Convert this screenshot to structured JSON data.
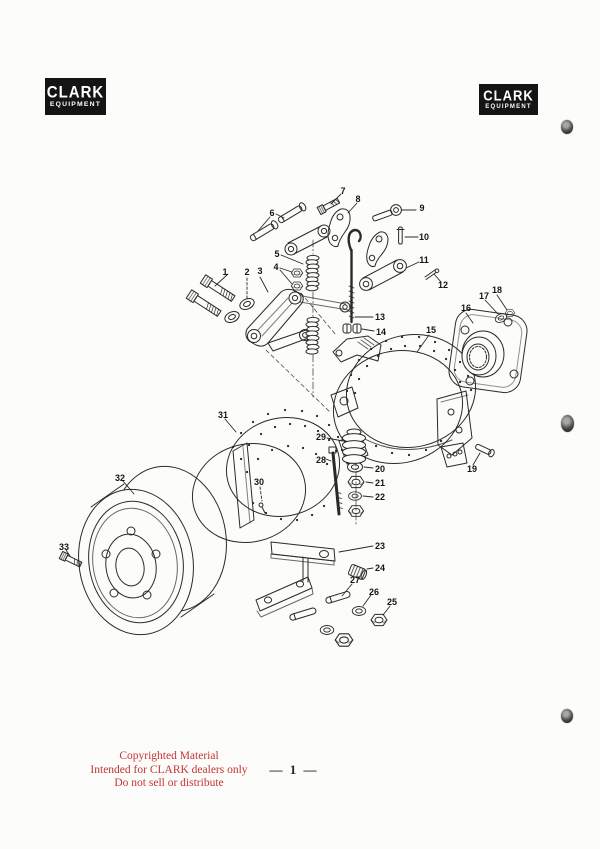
{
  "header": {
    "logo_left": {
      "title": "CLARK",
      "subtitle": "EQUIPMENT"
    },
    "logo_right": {
      "title": "CLARK",
      "subtitle": "EQUIPMENT"
    }
  },
  "diagram": {
    "part_labels": [
      "1",
      "2",
      "3",
      "4",
      "5",
      "6",
      "7",
      "8",
      "9",
      "10",
      "11",
      "12",
      "13",
      "14",
      "15",
      "16",
      "17",
      "18",
      "19",
      "20",
      "21",
      "22",
      "23",
      "24",
      "25",
      "26",
      "27",
      "28",
      "29",
      "30",
      "31",
      "32",
      "33"
    ]
  },
  "footer": {
    "copyright_line1": "Copyrighted Material",
    "copyright_line2": "Intended for CLARK dealers only",
    "copyright_line3": "Do not sell or distribute",
    "page_number": "— 1 —"
  },
  "colors": {
    "copyright_red": "#c63434",
    "ink": "#222222",
    "paper": "#fcfcfa",
    "logo_black": "#141414"
  }
}
